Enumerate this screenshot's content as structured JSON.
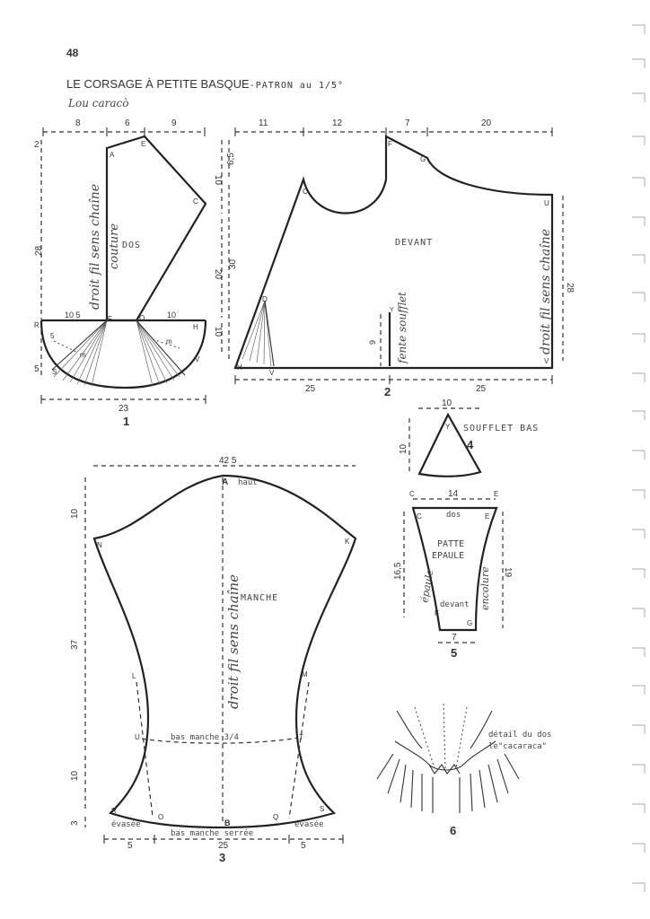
{
  "page_number": "48",
  "title": "LE CORSAGE À PETITE BASQUE",
  "title_suffix": "-PATRON au 1/5°",
  "subtitle": "Lou caracò",
  "fig1": {
    "number": "1",
    "label_dos": "DOS",
    "grain": "droit fil sens chaîne",
    "fold": "couture",
    "dims_top": [
      "8",
      "6",
      "9"
    ],
    "dim_left_top": "2",
    "dim_left_main": "28",
    "dim_left_bottom": "5",
    "dim_right_a": "10",
    "dim_right_b": "20",
    "dim_right_c": "10",
    "dim_basque_left": "10 5",
    "dim_basque_right": "10",
    "dim_bottom": "23",
    "dim_small_a": "5",
    "dim_small_b": "m",
    "dim_small_c": "m",
    "points": {
      "A": "A",
      "E": "E",
      "C": "C",
      "R": "R",
      "F": "F",
      "O": "O",
      "H": "H",
      "S": "S",
      "V": "V"
    }
  },
  "fig2": {
    "number": "2",
    "label_devant": "DEVANT",
    "grain": "droit fil sens chaîne",
    "slit": "fente soufflet",
    "dims_top": [
      "11",
      "12",
      "7",
      "20"
    ],
    "dim_left_a": "6,5",
    "dim_left_b": "30",
    "dim_right": "28",
    "dim_slit": "9",
    "dims_bottom": [
      "25",
      "25"
    ],
    "points": {
      "F": "F",
      "G": "G",
      "C": "C",
      "U": "U",
      "D": "D",
      "H": "H",
      "V": "V",
      "Y": "Y",
      "V2": "V"
    }
  },
  "fig3": {
    "number": "3",
    "label": "MANCHE",
    "top_word": "haut",
    "grain": "droit fil sens chaîne",
    "dim_top": "42 5",
    "dim_left_a": "10",
    "dim_left_b": "37",
    "dim_left_c": "10",
    "dim_left_d": "3",
    "line_three_quarter": "bas manche 3/4",
    "line_bottom": "bas manche serrée",
    "flare_left": "évasée",
    "flare_right": "évasée",
    "dims_bottom": [
      "5",
      "25",
      "5"
    ],
    "points": {
      "A": "A",
      "N": "N",
      "K": "K",
      "L": "L",
      "M": "M",
      "U": "U",
      "T": "T",
      "R": "R",
      "O": "O",
      "B": "B",
      "Q": "Q",
      "S": "S"
    }
  },
  "fig4": {
    "number": "4",
    "label": "SOUFFLET BAS",
    "dim_top": "10",
    "dim_left": "10",
    "point": "Y"
  },
  "fig5": {
    "number": "5",
    "label_line1": "PATTE",
    "label_line2": "EPAULE",
    "top_word": "dos",
    "bottom_word": "devant",
    "left_word": "épaule",
    "right_word": "encolure",
    "dim_top": "14",
    "dim_left": "16,5",
    "dim_right": "19",
    "dim_bottom": "7",
    "points": {
      "C_top": "C",
      "E_top": "E",
      "C": "C",
      "E": "E",
      "F": "F",
      "G": "G"
    }
  },
  "fig6": {
    "number": "6",
    "caption_line1": "détail du dos",
    "caption_line2": "le\"cacaraca\""
  }
}
